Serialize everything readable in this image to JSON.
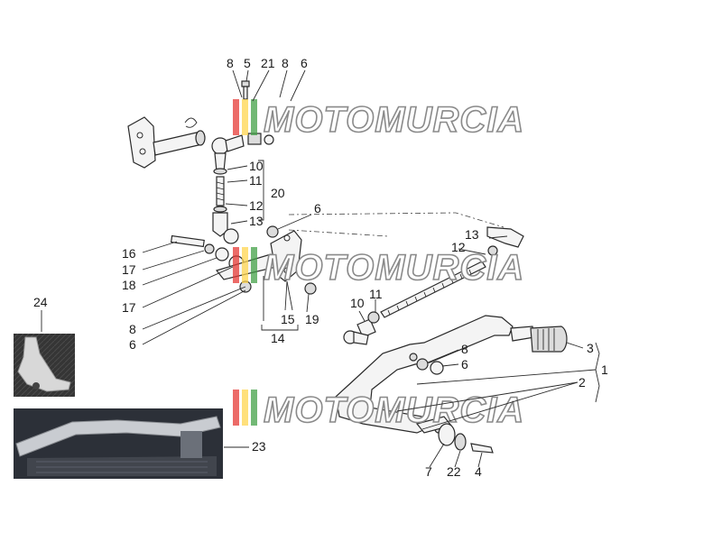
{
  "watermark": {
    "text": "MOTOMURCIA",
    "colors": [
      "#e53935",
      "#ffd54f",
      "#43a047"
    ]
  },
  "callouts": [
    "8",
    "5",
    "21",
    "8",
    "6",
    "10",
    "11",
    "20",
    "12",
    "13",
    "6",
    "16",
    "17",
    "18",
    "17",
    "8",
    "6",
    "15",
    "19",
    "14",
    "24",
    "10",
    "11",
    "13",
    "12",
    "8",
    "6",
    "3",
    "1",
    "2",
    "23",
    "7",
    "22",
    "4"
  ],
  "photos": {
    "inset_24": "bracket photo",
    "inset_23": "frame photo"
  }
}
